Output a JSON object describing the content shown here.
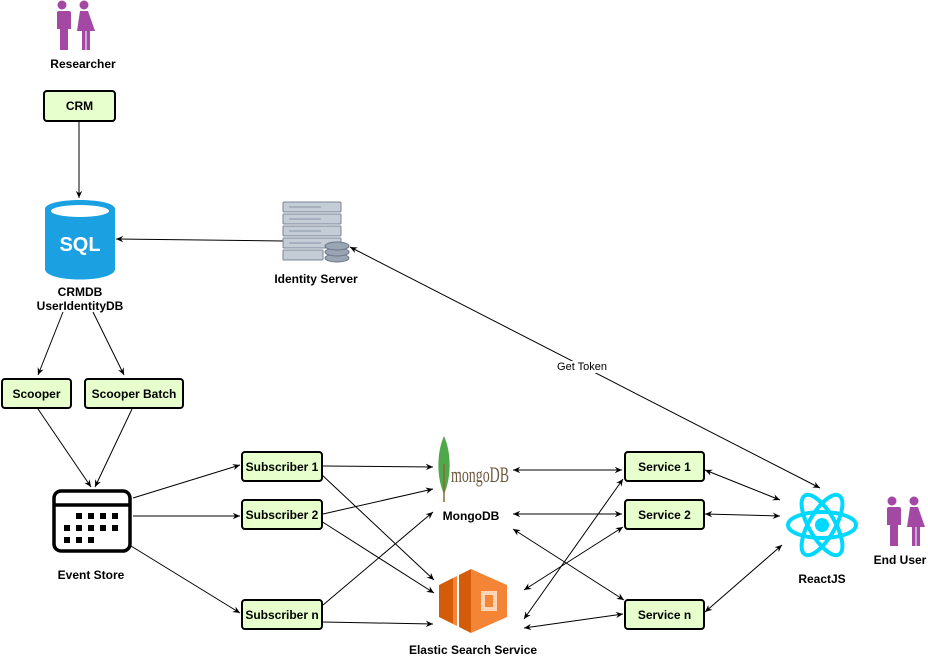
{
  "nodes": {
    "researcher": "Researcher",
    "crm": "CRM",
    "crmdb_line1": "CRMDB",
    "crmdb_line2": "UserIdentityDB",
    "sql_text": "SQL",
    "identity_server": "Identity Server",
    "scooper": "Scooper",
    "scooper_batch": "Scooper Batch",
    "event_store": "Event Store",
    "subscriber_1": "Subscriber 1",
    "subscriber_2": "Subscriber 2",
    "subscriber_n": "Subscriber n",
    "mongodb_label": "MongoDB",
    "mongodb_logo_text": "mongoDB",
    "elastic": "Elastic Search Service",
    "service_1": "Service 1",
    "service_2": "Service 2",
    "service_n": "Service n",
    "reactjs": "ReactJS",
    "end_user": "End User"
  },
  "edges": {
    "get_token": "Get Token"
  },
  "colors": {
    "box_fill": "#e6ffcc",
    "sql_blue": "#1ba1e2",
    "people_purple": "#a349a4",
    "react_cyan": "#00d8ff",
    "aws_orange": "#d45b07",
    "mongo_green": "#4fa84a",
    "server_gray": "#9aa5b4"
  },
  "icons": {
    "researcher": "people-icon",
    "end_user": "people-icon",
    "crmdb": "sql-database-icon",
    "identity": "server-stack-icon",
    "event_store": "calendar-icon",
    "mongodb": "mongodb-leaf-icon",
    "elastic": "aws-elasticsearch-icon",
    "reactjs": "react-atom-icon"
  }
}
